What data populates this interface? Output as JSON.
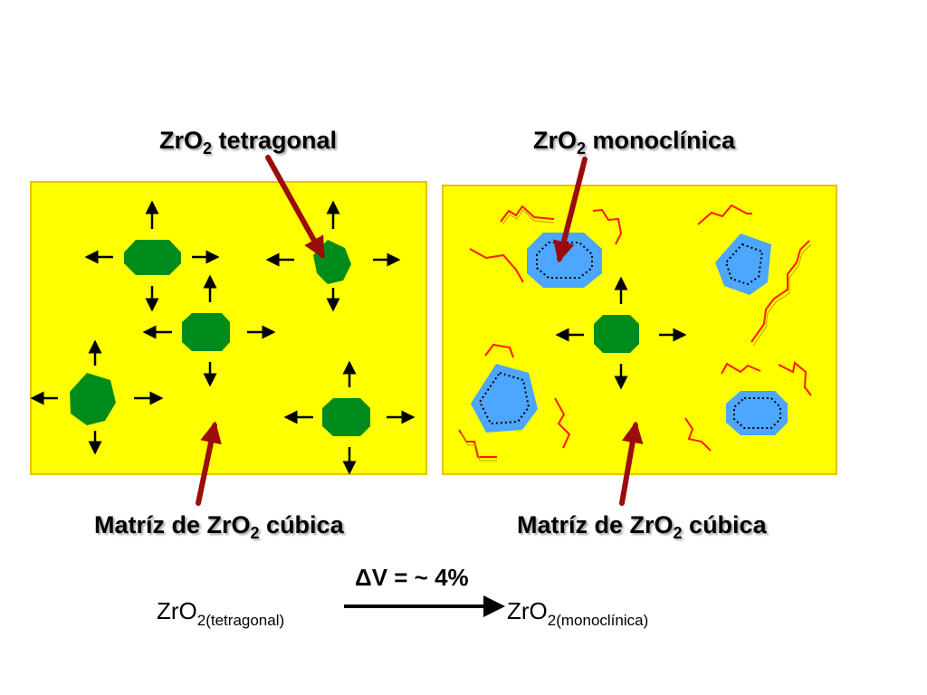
{
  "labels": {
    "tetragonal": {
      "formula": "ZrO",
      "sub": "2",
      "suffix": " tetragonal"
    },
    "monoclinic": {
      "formula": "ZrO",
      "sub": "2",
      "suffix": " monoclínica"
    },
    "matrix_left": {
      "prefix": "Matríz de ZrO",
      "sub": "2",
      "suffix": " cúbica"
    },
    "matrix_right": {
      "prefix": "Matríz de ZrO",
      "sub": "2",
      "suffix": " cúbica"
    }
  },
  "equation": {
    "volume_change": "ΔV = ~ 4%",
    "reactant": "ZrO",
    "reactant_sub": "2(tetragonal)",
    "product": "ZrO",
    "product_sub": "2(monoclínica)"
  },
  "colors": {
    "matrix_fill": "#ffff00",
    "matrix_border": "#e6c200",
    "tetragonal_grain": "#008c1a",
    "monoclinic_grain": "#4da6ff",
    "crack": "#ff1a00",
    "pointer_arrow": "#9b0c0c"
  }
}
